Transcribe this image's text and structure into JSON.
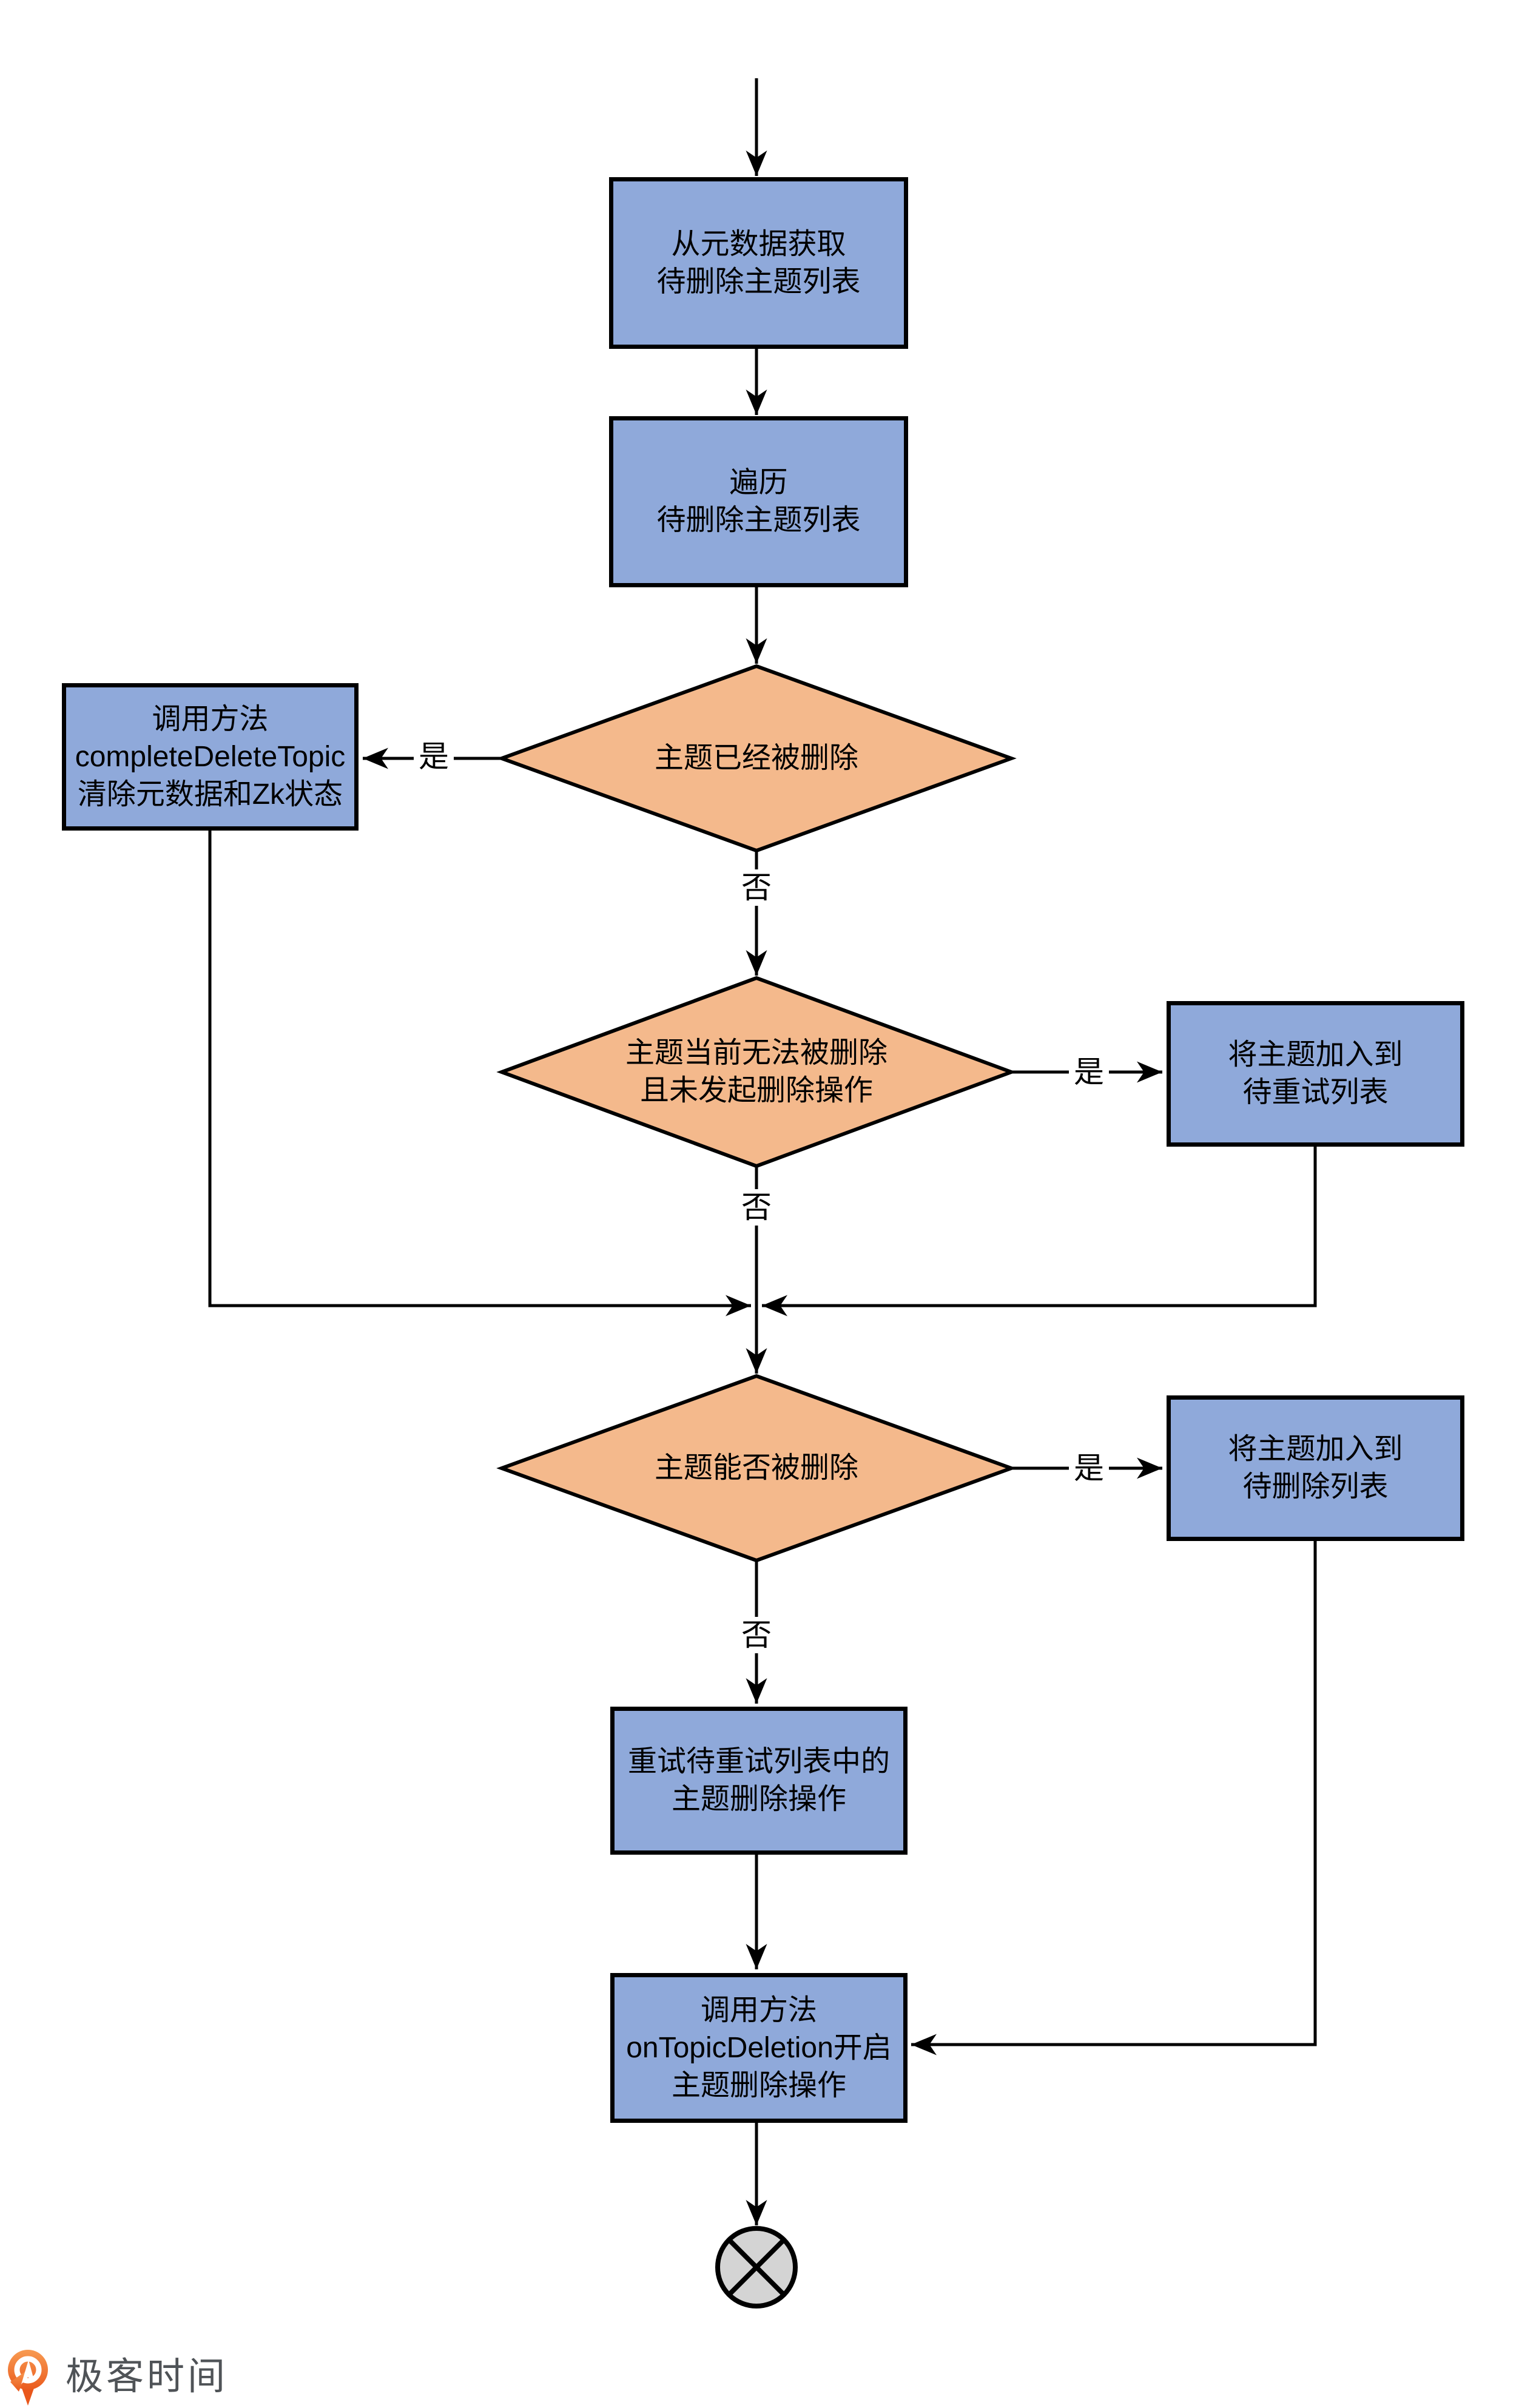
{
  "colors": {
    "process_fill": "#8FA9DA",
    "decision_fill": "#F4B98C",
    "terminator_fill": "#D4D4D4",
    "stroke": "#000000",
    "background": "#FFFFFF",
    "brand_orange": "#F26B24",
    "brand_text": "#4F5357"
  },
  "flowchart": {
    "nodes": {
      "fetch": {
        "type": "process",
        "label": "从元数据获取\n待删除主题列表"
      },
      "iterate": {
        "type": "process",
        "label": "遍历\n待删除主题列表"
      },
      "is_deleted": {
        "type": "decision",
        "label": "主题已经被删除"
      },
      "complete_delete": {
        "type": "process",
        "label": "调用方法\ncompleteDeleteTopic\n清除元数据和Zk状态"
      },
      "cannot_delete": {
        "type": "decision",
        "label": "主题当前无法被删除\n且未发起删除操作"
      },
      "add_retry": {
        "type": "process",
        "label": "将主题加入到\n待重试列表"
      },
      "can_delete": {
        "type": "decision",
        "label": "主题能否被删除"
      },
      "add_delete": {
        "type": "process",
        "label": "将主题加入到\n待删除列表"
      },
      "retry_deletion": {
        "type": "process",
        "label": "重试待重试列表中的\n主题删除操作"
      },
      "on_topic_deletion": {
        "type": "process",
        "label": "调用方法\nonTopicDeletion开启\n主题删除操作"
      },
      "end": {
        "type": "terminator",
        "icon": "circled-x"
      }
    },
    "edge_labels": {
      "yes1": "是",
      "no1": "否",
      "yes2": "是",
      "no2": "否",
      "yes3": "是",
      "no3": "否"
    }
  },
  "footer": {
    "brand": "极客时间"
  }
}
